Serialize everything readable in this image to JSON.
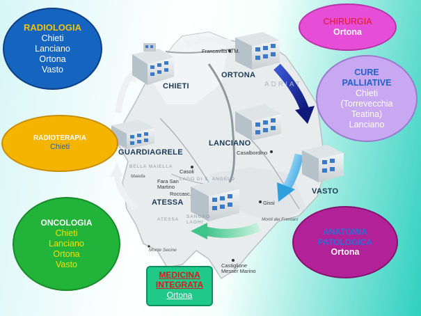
{
  "bubbles": {
    "radiologia": {
      "title": "RADIOLOGIA",
      "cities": [
        "Chieti",
        "Lanciano",
        "Ortona",
        "Vasto"
      ]
    },
    "chirurgia": {
      "title": "CHIRURGIA",
      "cities": [
        "Ortona"
      ]
    },
    "cure_palliative": {
      "title": "CURE PALLIATIVE",
      "cities": [
        "Chieti",
        "(Torrevecchia",
        "Teatina)",
        "Lanciano"
      ]
    },
    "radioterapia": {
      "title": "RADIOTERAPIA",
      "cities": [
        "Chieti"
      ]
    },
    "oncologia": {
      "title": "ONCOLOGIA",
      "cities": [
        "Chieti",
        "Lanciano",
        "Ortona",
        "Vasto"
      ]
    },
    "anatomia": {
      "title": "ANATOMIA PATOLOGICA",
      "cities": [
        "Ortona"
      ]
    }
  },
  "medicina_integrata": {
    "title_line1": "MEDICINA",
    "title_line2": "INTEGRATA",
    "city": "Ortona"
  },
  "hospitals": {
    "chieti": "CHIETI",
    "ortona": "ORTONA",
    "lanciano": "LANCIANO",
    "vasto": "VASTO",
    "guardiagrele": "GUARDIAGRELE",
    "atessa": "ATESSA"
  },
  "map_labels": {
    "francavilla": "Francavilla al M.",
    "sea": "ADRIAT",
    "casalbordino": "Casalbordino",
    "casoli": "Casoli",
    "maiella": "Maiella",
    "fara": "Fara San",
    "fara2": "Martino",
    "lago": "LAGO DI S. ANGELO",
    "roccasc": "Roccasc.",
    "gissi": "Gissi",
    "monti": "Monti dei Frentani",
    "sangro": "SANGRO",
    "laghi": "LAGHI",
    "atessa_area": "ATESSA",
    "monte_secine": "Monte Secine",
    "castiglione1": "Castiglione",
    "castiglione2": "Messer Marino",
    "bella_maiella": "BELLA MAIELLA"
  },
  "colors": {
    "radiologia": "#1565c0",
    "chirurgia": "#e64ed8",
    "cure_palliative": "#c9a8f2",
    "radioterapia": "#f4b400",
    "oncologia": "#22b33a",
    "anatomia": "#b32198",
    "medicina_box": "#20c98a",
    "arrow_navy": "#1c2fa8",
    "arrow_blue": "#2f9fde",
    "arrow_green": "#3fc48a"
  }
}
